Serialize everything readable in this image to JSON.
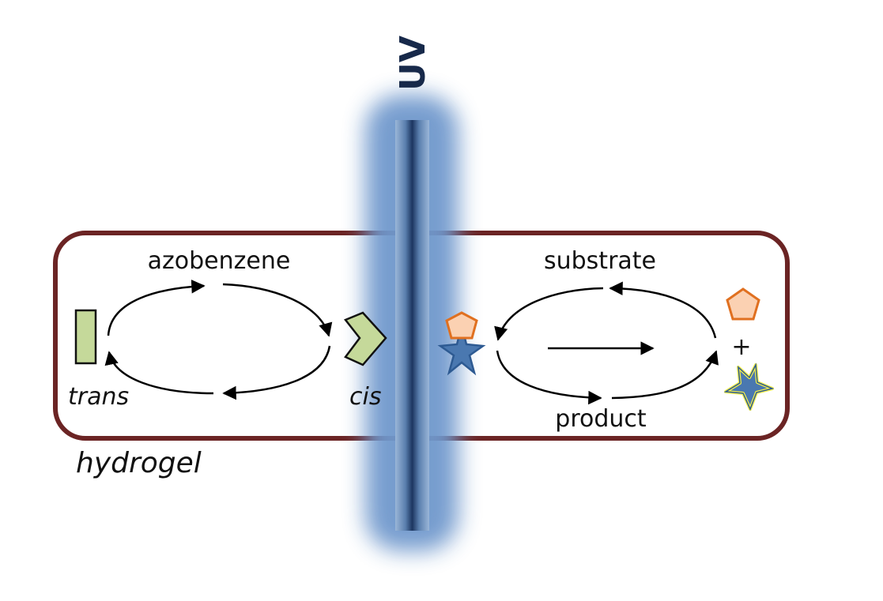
{
  "uv_beam": {
    "label": "UV",
    "label_color": "#17294a",
    "glow_color": "#6f98cc",
    "core_color": "#1c3560"
  },
  "hydrogel": {
    "label": "hydrogel",
    "border_color": "#6b2424"
  },
  "azobenzene_cycle": {
    "title": "azobenzene",
    "left_state": "trans",
    "right_state": "cis",
    "shape_fill": "#c5d99a"
  },
  "catalysis_cycle": {
    "top_label": "substrate",
    "bottom_label": "product",
    "plus_sign": "+",
    "pentagon_fill": "#fbd1b2",
    "pentagon_stroke": "#e07020",
    "star_fill": "#4a78b0",
    "star_stroke": "#2d5a92",
    "released_star_outline": "#f4ef4a"
  }
}
